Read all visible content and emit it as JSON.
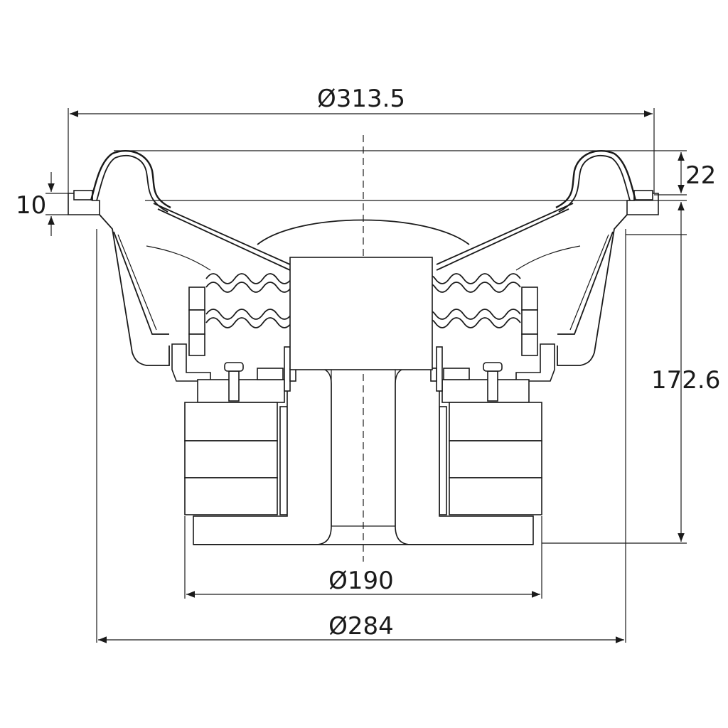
{
  "drawing": {
    "subject": "subwoofer cross-section",
    "dimensions": {
      "overall_diameter": "Ø313.5",
      "basket_diameter": "Ø284",
      "magnet_diameter": "Ø190",
      "depth": "172.6",
      "flange_height": "10",
      "surround_height": "22"
    },
    "line_color": "#1a1a1a",
    "background": "#ffffff"
  }
}
